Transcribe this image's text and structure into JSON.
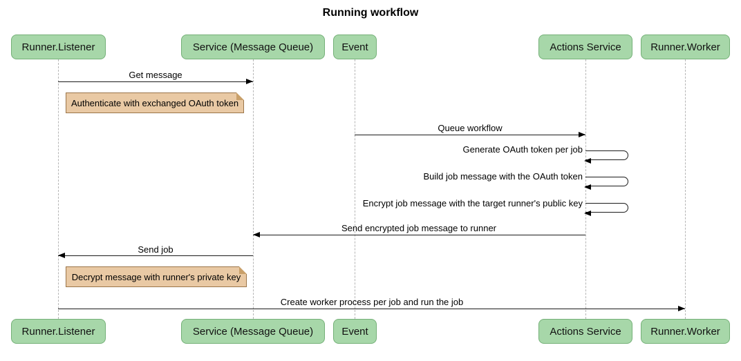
{
  "title": "Running workflow",
  "diagram_type": "sequence",
  "colors": {
    "actor_fill": "#a7d7a9",
    "actor_border": "#74b077",
    "note_fill": "#e9c9a4",
    "note_border": "#9a7448",
    "lifeline": "#b5b5b5",
    "arrow": "#000000",
    "background": "#ffffff"
  },
  "actors": [
    {
      "label": "Runner.Listener"
    },
    {
      "label": "Service (Message Queue)"
    },
    {
      "label": "Event"
    },
    {
      "label": "Actions Service"
    },
    {
      "label": "Runner.Worker"
    }
  ],
  "messages": [
    {
      "label": "Get message",
      "from": "Runner.Listener",
      "to": "Service (Message Queue)",
      "type": "solid-arrow"
    },
    {
      "label": "Queue workflow",
      "from": "Event",
      "to": "Actions Service",
      "type": "solid-arrow"
    },
    {
      "label": "Generate OAuth token per job",
      "from": "Actions Service",
      "to": "Actions Service",
      "type": "self"
    },
    {
      "label": "Build job message with the OAuth token",
      "from": "Actions Service",
      "to": "Actions Service",
      "type": "self"
    },
    {
      "label": "Encrypt job message with the target runner's public key",
      "from": "Actions Service",
      "to": "Actions Service",
      "type": "self"
    },
    {
      "label": "Send encrypted job message to runner",
      "from": "Actions Service",
      "to": "Service (Message Queue)",
      "type": "solid-arrow"
    },
    {
      "label": "Send job",
      "from": "Service (Message Queue)",
      "to": "Runner.Listener",
      "type": "solid-arrow"
    },
    {
      "label": "Create worker process per job and run the job",
      "from": "Runner.Listener",
      "to": "Runner.Worker",
      "type": "solid-arrow"
    }
  ],
  "notes": [
    {
      "label": "Authenticate with exchanged OAuth token",
      "over": "Runner.Listener"
    },
    {
      "label": "Decrypt message with runner's private key",
      "over": "Runner.Listener"
    }
  ]
}
